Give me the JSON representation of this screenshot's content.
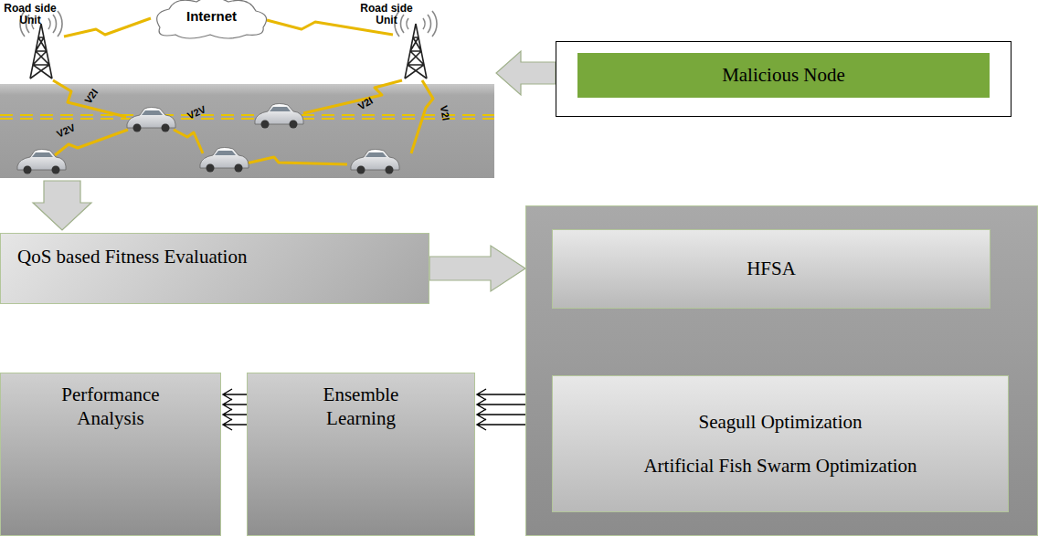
{
  "diagram": {
    "nodes": [
      {
        "text": [
          "Malicious Node"
        ]
      },
      {
        "text": [
          "QoS based Fitness Evaluation"
        ]
      },
      {
        "text": []
      },
      {
        "text": [
          "HFSA"
        ],
        "in": 2
      },
      {
        "text": [
          "Seagull Optimization",
          "Artificial Fish Swarm Optimization"
        ],
        "in": 2
      },
      {
        "text": [
          "Performance Analysis"
        ]
      },
      {
        "text": [
          "Ensemble Learning"
        ]
      }
    ],
    "edges": [
      {
        "from": 1,
        "to": 2,
        "arrow": "to"
      },
      {
        "from": 4,
        "to": 6,
        "arrow": "to"
      },
      {
        "from": 6,
        "to": 5,
        "arrow": "to"
      }
    ],
    "labels": [
      "Road side Unit",
      "Internet",
      "Road side Unit",
      "V2I",
      "V2V",
      "V2V",
      "V2I",
      "V2I"
    ]
  }
}
